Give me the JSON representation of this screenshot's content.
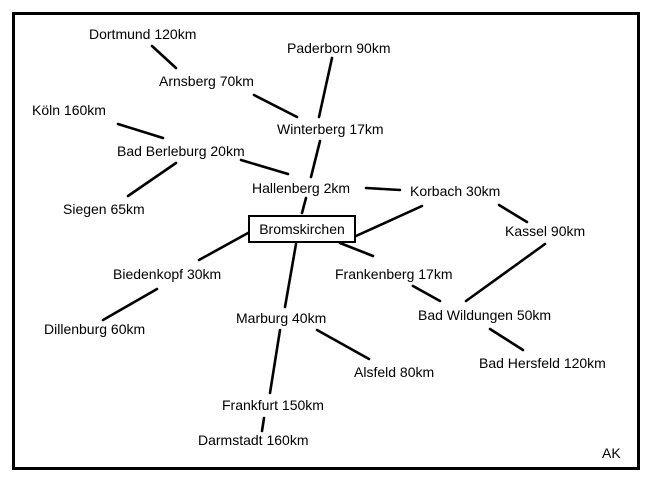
{
  "center": {
    "label": "Bromskirchen"
  },
  "places": {
    "dortmund": "Dortmund 120km",
    "paderborn": "Paderborn 90km",
    "arnsberg": "Arnsberg 70km",
    "koeln": "Köln 160km",
    "winterberg": "Winterberg 17km",
    "bad_berleburg": "Bad Berleburg 20km",
    "hallenberg": "Hallenberg 2km",
    "korbach": "Korbach 30km",
    "siegen": "Siegen 65km",
    "kassel": "Kassel 90km",
    "biedenkopf": "Biedenkopf 30km",
    "frankenberg": "Frankenberg 17km",
    "dillenburg": "Dillenburg 60km",
    "marburg": "Marburg 40km",
    "bad_wildungen": "Bad Wildungen 50km",
    "alsfeld": "Alsfeld 80km",
    "bad_hersfeld": "Bad Hersfeld 120km",
    "frankfurt": "Frankfurt 150km",
    "darmstadt": "Darmstadt 160km"
  },
  "signature": "AK"
}
